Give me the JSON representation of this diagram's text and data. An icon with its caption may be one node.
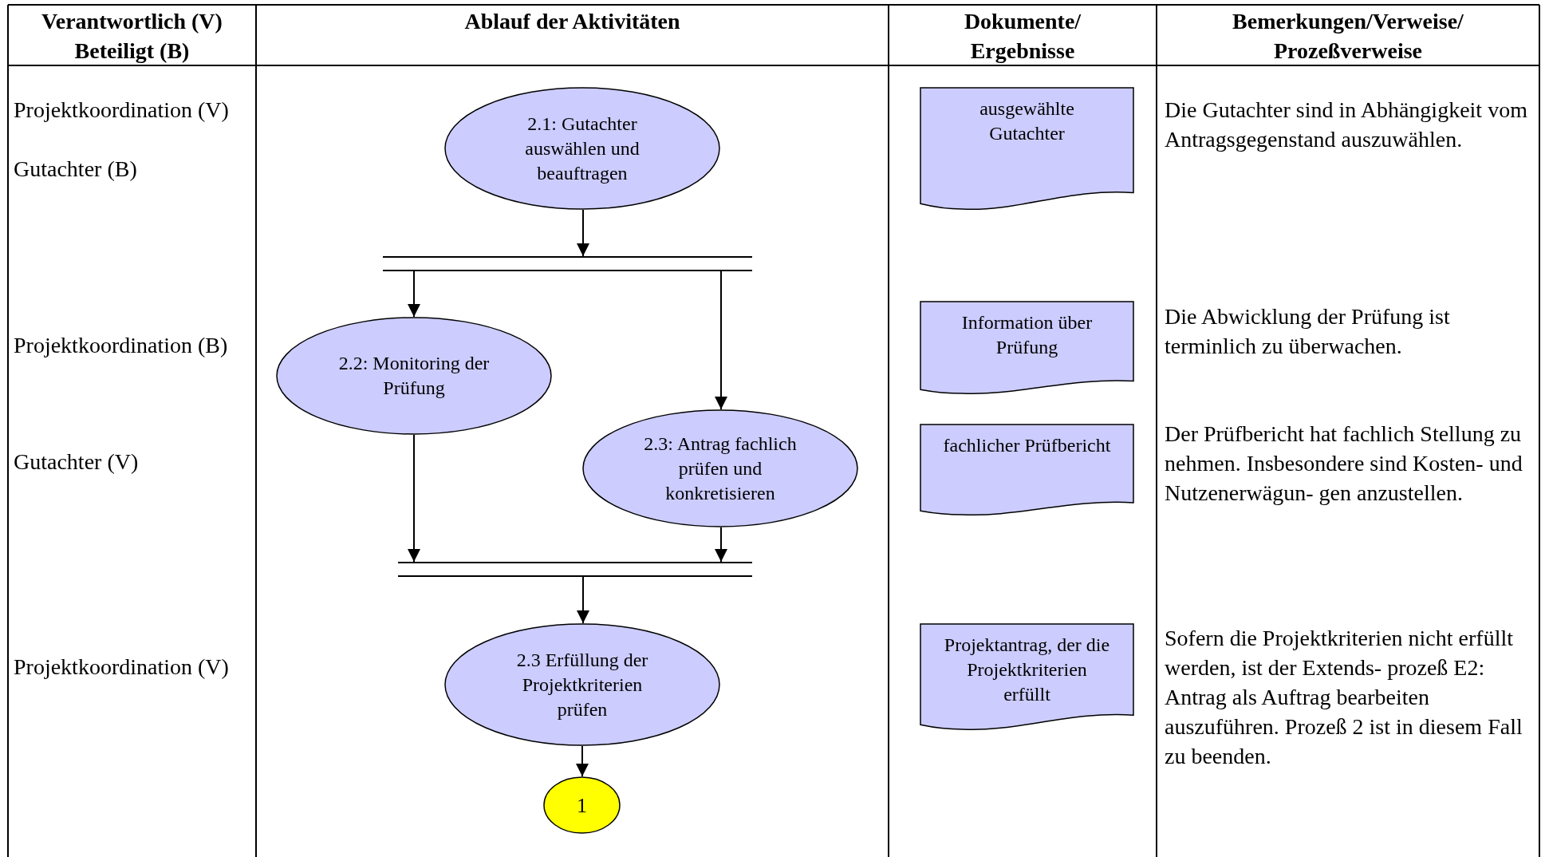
{
  "diagram": {
    "nodes": [
      {
        "text": [
          "2.1: Gutachter auswählen und beauftragen"
        ]
      },
      {
        "text": [
          "ausgewählte Gutachter"
        ]
      },
      {
        "text": [],
        "shape": "bar"
      },
      {
        "text": [
          "2.2: Monitoring der Prüfung"
        ]
      },
      {
        "text": [
          "Information über Prüfung"
        ]
      },
      {
        "text": [
          "2.3: Antrag fachlich prüfen und konkretisieren"
        ]
      },
      {
        "text": [
          "fachlicher Prüfbericht"
        ]
      },
      {
        "text": [],
        "shape": "bar"
      },
      {
        "text": [
          "2.3 Erfüllung der Projektkriterien prüfen"
        ]
      },
      {
        "text": [
          "Projektantrag, der die Projektkriterien erfüllt"
        ]
      },
      {
        "text": [
          "1"
        ]
      }
    ],
    "edges": [
      {
        "from": 0,
        "to": 2,
        "arrow": "to"
      },
      {
        "from": 2,
        "to": 3,
        "arrow": "to"
      },
      {
        "from": 2,
        "to": 5,
        "arrow": "to"
      },
      {
        "from": 3,
        "to": 7,
        "arrow": "to"
      },
      {
        "from": 5,
        "to": 7,
        "arrow": "to"
      },
      {
        "from": 7,
        "to": 8,
        "arrow": "to"
      },
      {
        "from": 8,
        "to": 10,
        "arrow": "to"
      }
    ],
    "labels": [
      "Verantwortlich (V) Beteiligt (B)",
      "Ablauf der Aktivitäten",
      "Dokumente/ Ergebnisse",
      "Bemerkungen/Verweise/ Prozeßverweise",
      "Projektkoordination (V)",
      "Gutachter (B)",
      "Die Gutachter sind in Abhängigkeit vom Antragsgegenstand auszuwählen.",
      "Projektkoordination (B)",
      "Die Abwicklung der Prüfung ist terminlich zu überwachen.",
      "Gutachter (V)",
      "Der Prüfbericht hat fachlich Stellung zu nehmen. Insbesondere sind Kosten- und Nutzenerwägun- gen anzustellen.",
      "Projektkoordination (V)",
      "Sofern die Projektkriterien nicht erfüllt werden, ist der Extends- prozeß E2: Antrag als Auftrag bearbeiten auszuführen. Prozeß 2 ist in diesem Fall zu beenden."
    ]
  }
}
